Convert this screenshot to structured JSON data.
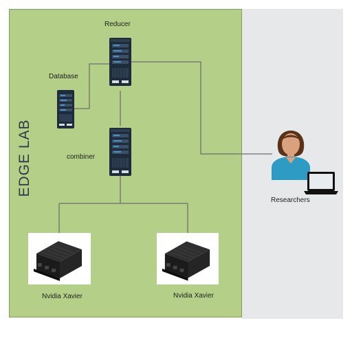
{
  "diagram": {
    "lab_title": "EDGE LAB",
    "nodes": {
      "reducer": "Reducer",
      "database": "Database",
      "combiner": "combiner",
      "researchers": "Researchers",
      "device_left": "Nvidia Xavier",
      "device_right": "Nvidia Xavier"
    }
  },
  "colors": {
    "lab_fill": "#b3cf88",
    "lab_border": "#7f9d56",
    "outside_fill": "#e6e8ea",
    "server_body": "#1e2b3a",
    "server_accent": "#4a90c2",
    "wire": "#6e6e6e",
    "person_shirt": "#2e9bc4",
    "person_hair": "#5a3218",
    "person_skin": "#d9a17d"
  },
  "icons": [
    "server-icon",
    "database-icon",
    "person-icon",
    "laptop-icon",
    "nvidia-xavier-module-icon"
  ]
}
